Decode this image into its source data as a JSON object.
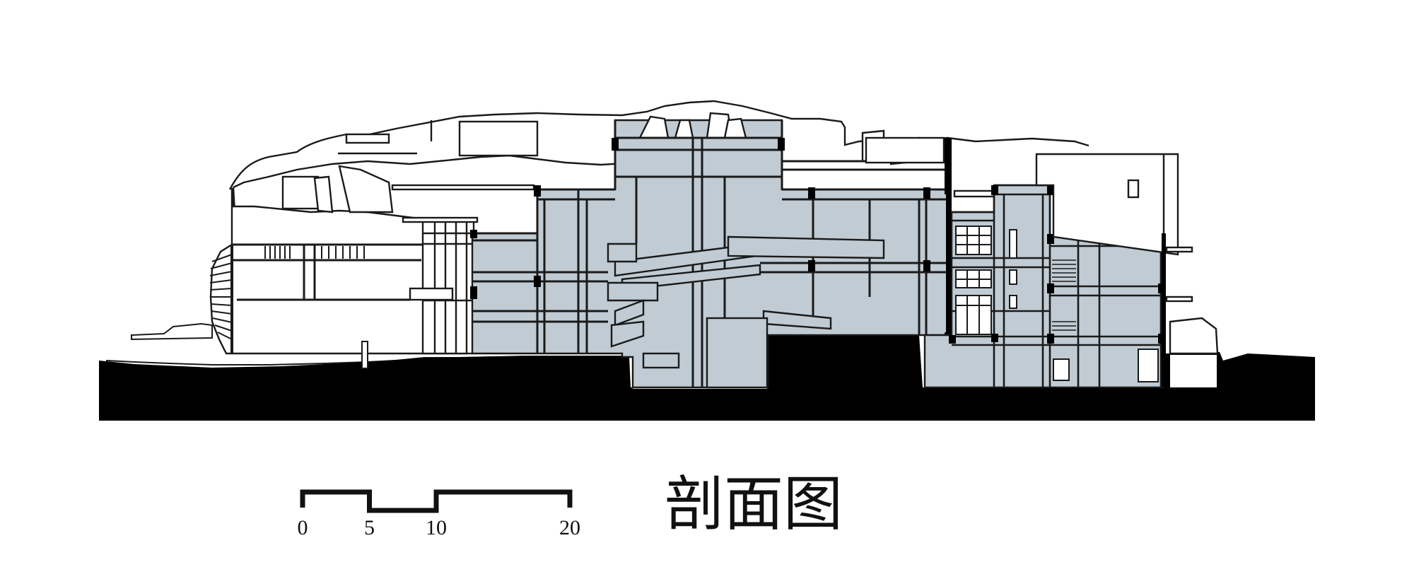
{
  "title": "剖面图",
  "scale_bar": {
    "labels": [
      "0",
      "5",
      "10",
      "20"
    ],
    "values": [
      0,
      5,
      10,
      20
    ]
  },
  "colors": {
    "interior_fill": "#c0cbd3",
    "ground_fill": "#000000",
    "line": "#1a1a1a",
    "background": "#ffffff"
  }
}
